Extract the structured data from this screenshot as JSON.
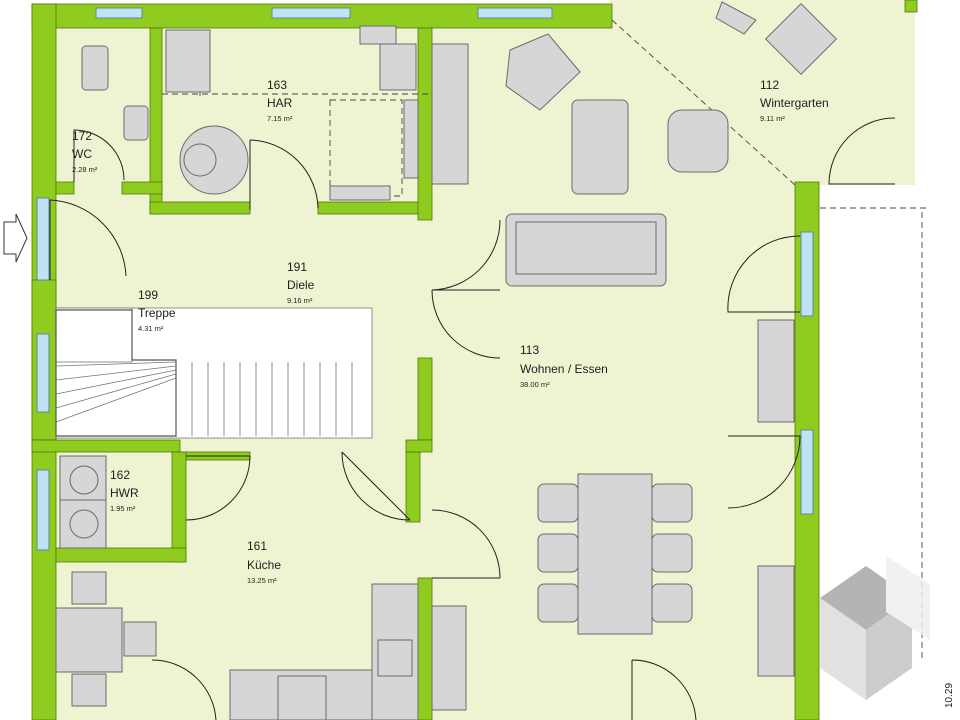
{
  "floorplan": {
    "rooms": [
      {
        "id": "hwr_wc",
        "number": "172",
        "name": "WC",
        "area": "2.28 m²"
      },
      {
        "id": "har",
        "number": "163",
        "name": "HAR",
        "area": "7.15 m²"
      },
      {
        "id": "wintergarten",
        "number": "112",
        "name": "Wintergarten",
        "area": "9.11 m²"
      },
      {
        "id": "diele",
        "number": "191",
        "name": "Diele",
        "area": "9.16 m²"
      },
      {
        "id": "treppe",
        "number": "199",
        "name": "Treppe",
        "area": "4.31 m²"
      },
      {
        "id": "wohnen",
        "number": "113",
        "name": "Wohnen / Essen",
        "area": "38.00 m²"
      },
      {
        "id": "hwr",
        "number": "162",
        "name": "HWR",
        "area": "1.95 m²"
      },
      {
        "id": "kueche",
        "number": "161",
        "name": "Küche",
        "area": "13.25 m²"
      }
    ],
    "dimension": "10.29",
    "colors": {
      "floor": "#eef4d2",
      "wall": "#8fcc1f",
      "window": "#bfe3f3",
      "furniture": "#d6d6d6"
    },
    "icons": [
      "entrance-arrow-icon",
      "company-logo-cube"
    ]
  }
}
